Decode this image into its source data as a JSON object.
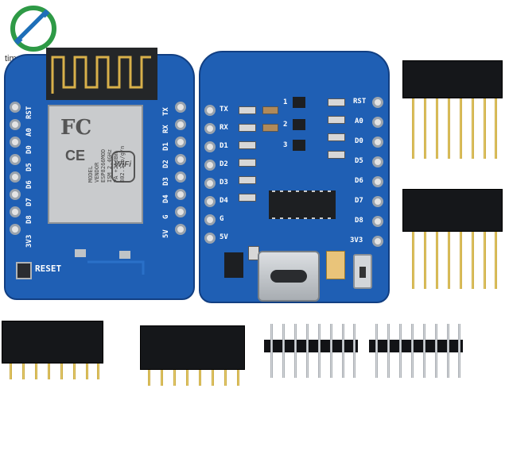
{
  "watermark": {
    "text": "timeinc~mcs"
  },
  "left_board": {
    "left_pins": [
      "RST",
      "A0",
      "D0",
      "D5",
      "D6",
      "D7",
      "D8",
      "3V3"
    ],
    "right_pins": [
      "TX",
      "RX",
      "D1",
      "D2",
      "D3",
      "D4",
      "G",
      "5V"
    ],
    "reset_label": "RESET",
    "module_lines": [
      "MODEL",
      "VENDOR",
      "ESP8266MOD",
      "ISM 2.4GHz",
      "PA +25dBm",
      "802.11b/g/n"
    ],
    "fcc": "FC",
    "ce": "CE",
    "wifi": "WiFi"
  },
  "right_board": {
    "left_pins": [
      "TX",
      "RX",
      "D1",
      "D2",
      "D3",
      "D4",
      "G",
      "5V"
    ],
    "right_pins": [
      "RST",
      "A0",
      "D0",
      "D5",
      "D6",
      "D7",
      "D8",
      "3V3"
    ],
    "u_labels": [
      "1",
      "2",
      "3"
    ]
  },
  "colors": {
    "pcb": "#1f5fb4",
    "pad": "#e4e4e4",
    "header": "#15171a",
    "pin": "#d4b24c"
  }
}
